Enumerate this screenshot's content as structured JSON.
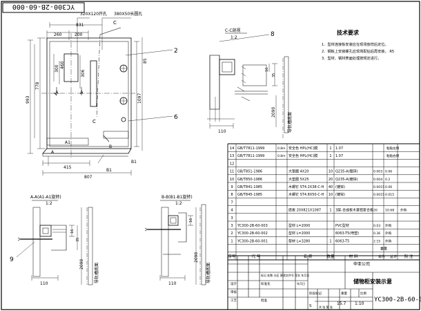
{
  "drawing_code": "YC300-2B-60-000",
  "main_view": {
    "callout_top_left": "320X120开孔",
    "callout_top_right": "380X50长圆孔",
    "dims": {
      "d260": "260",
      "d200": "200",
      "d831": "831",
      "d460": "460",
      "d300": "300",
      "d778": "778",
      "d993": "993",
      "d306": "306",
      "d1097": "1097",
      "d85": "85",
      "d415": "415",
      "d807": "807"
    },
    "letters": {
      "c_top": "C",
      "c_bottom": "C",
      "a_left": "A",
      "a_right": "A",
      "a1": "A1",
      "b_mid": "B",
      "b1_right": "B1",
      "b1_bottom": "B1",
      "a_bottom": "A"
    },
    "balloons": {
      "b2": "2",
      "b6": "6"
    }
  },
  "section_c": {
    "title": "C-C剖视",
    "scale": "1:2",
    "balloon": "8",
    "dims": {
      "d110": "110",
      "d16": "16",
      "d35": "35",
      "d2090": "2090"
    },
    "vertical_label": "导轨槽底面",
    "tech_notes_title": "技术要求",
    "tech_notes": [
      "1．型材连接板安装应在现场放样后定位。",
      "2．钢板上安装螺孔应现场配钻后再安装，  R5",
      "3．型材、钢材表面处理按规定进行。"
    ]
  },
  "section_a": {
    "title": "A-A(A1-A1旋转)",
    "scale": "1:2",
    "balloon": "9",
    "dims": {
      "d110": "110",
      "d16": "16",
      "d35": "35",
      "d2090": "2090"
    },
    "vertical_label": "导轨槽底面"
  },
  "section_b": {
    "title": "B-B(B1-B1旋转)",
    "scale": "1:2",
    "dims": {
      "d110": "110",
      "d16": "16",
      "d2090": "2090"
    },
    "vertical_label": "导轨槽底面"
  },
  "parts_table": {
    "rows": [
      [
        "14",
        "GB/T7811-1999",
        "0.8m",
        "安全色  HPL(HC)膜",
        "1",
        "1.07",
        "粘贴左侧"
      ],
      [
        "13",
        "GB/T7811-1999",
        "0.8m",
        "安全色  HPL(HC)膜",
        "1",
        "1.07",
        "粘贴右侧"
      ],
      [
        "12",
        "",
        "",
        "",
        "",
        "",
        ""
      ],
      [
        "11",
        "GB/T851-1986",
        "",
        "大垫圈  4X20",
        "10",
        "Q235-A(镀锌)",
        "0.003|0.06"
      ],
      [
        "10",
        "GB/T850-1986",
        "",
        "大垫圈  5X25",
        "20",
        "Q235-A(镀锌)",
        "0.004|0.2"
      ],
      [
        "9",
        "GB/T841-1985",
        "",
        "木螺钉  ST4.2X38-C-H",
        "40",
        "(镀锌)",
        "0.0015|0.06"
      ],
      [
        "8",
        "GB/T845-1985",
        "",
        "木螺钉  ST4.8X50-C-H",
        "10",
        "(镀锌)",
        "0.0015|0.015"
      ],
      [
        "7",
        "",
        "",
        "",
        "",
        "",
        ""
      ],
      [
        "4",
        "",
        "",
        "底板  20X821X1087",
        "1",
        "3层-合成板木基铝复合板",
        "20|10.68|外购"
      ],
      [
        "3",
        "",
        "",
        "",
        "",
        "",
        ""
      ],
      [
        "3",
        "YC300-2B-60-003",
        "",
        "型材  L=2000",
        "",
        "PVC型材",
        "0.03|外购"
      ],
      [
        "2",
        "YC300-2B-60-002",
        "",
        "型材  L=2000",
        "",
        "6063-T5(喷塑)",
        "0.36|外购"
      ],
      [
        "1",
        "YC300-2B-60-001",
        "",
        "型材  L=3280",
        "1",
        "6063-T5",
        "2.15|外购"
      ]
    ],
    "header": [
      "序号",
      "代  号",
      "名    称",
      "数量",
      "材    料",
      "单件|总计",
      "附  注"
    ],
    "header_sub": "重量"
  },
  "title_block": {
    "company": "申亚公司",
    "title": "储物柜安装示意",
    "scale_ratio": "1:10",
    "weight": "15.7",
    "sheet": "S",
    "labels": {
      "designer": "设计",
      "standard": "标准化",
      "process": "工艺",
      "review": "审核",
      "approve": "批准",
      "stage": "阶段标记",
      "weight_label": "重量",
      "scale_label": "比例",
      "sheets": "共  张  第  张",
      "change_sign": "标记 处数 分区 更改文件号 签名 年月日",
      "date": "年月日"
    }
  }
}
